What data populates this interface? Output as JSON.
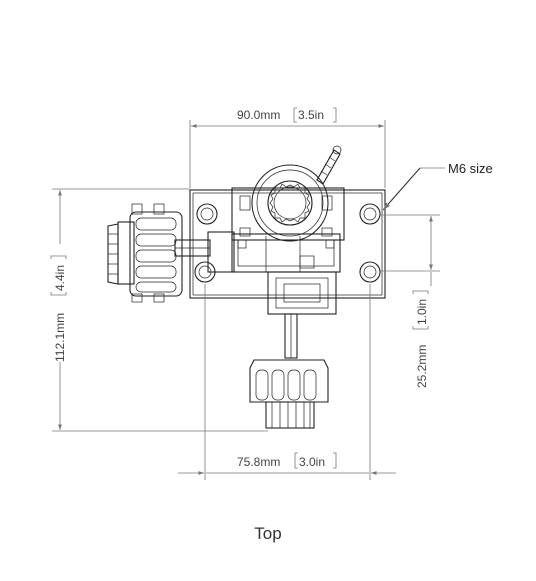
{
  "dimensions": {
    "width_top": {
      "value": "90.0mm",
      "alt": "3.5in"
    },
    "height_left": {
      "value": "112.1mm",
      "alt": "4.4in"
    },
    "hole_spacing_right": {
      "value": "25.2mm",
      "alt": "1.0in"
    },
    "width_bottom": {
      "value": "75.8mm",
      "alt": "3.0in"
    }
  },
  "callout": {
    "label": "M6 size"
  },
  "caption": "Top"
}
